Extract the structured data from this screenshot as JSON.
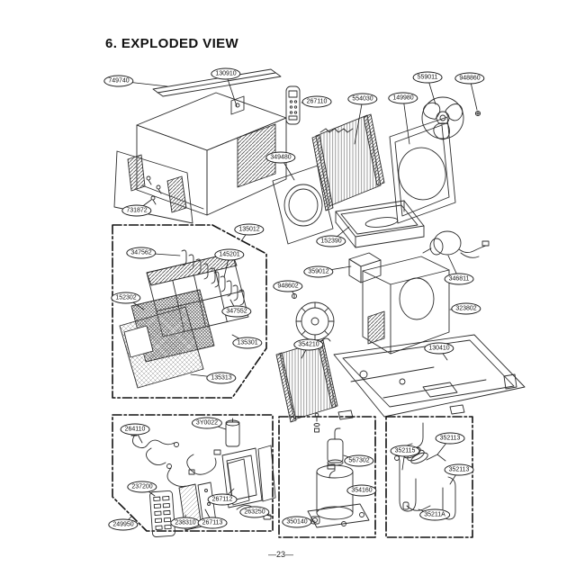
{
  "page": {
    "title": "6. EXPLODED VIEW",
    "page_number": "—23—",
    "ink_color": "#1a1a1a",
    "background_color": "#ffffff"
  },
  "callouts": [
    {
      "label": "749740"
    },
    {
      "label": "130910"
    },
    {
      "label": "267110"
    },
    {
      "label": "554030"
    },
    {
      "label": "149980"
    },
    {
      "label": "559011"
    },
    {
      "label": "948860"
    },
    {
      "label": "349480"
    },
    {
      "label": "731872"
    },
    {
      "label": "135012"
    },
    {
      "label": "152390"
    },
    {
      "label": "359012"
    },
    {
      "label": "948602"
    },
    {
      "label": "346811"
    },
    {
      "label": "323802"
    },
    {
      "label": "354210"
    },
    {
      "label": "130410"
    },
    {
      "label": "347562"
    },
    {
      "label": "145201"
    },
    {
      "label": "152302"
    },
    {
      "label": "347552"
    },
    {
      "label": "135301"
    },
    {
      "label": "135313"
    },
    {
      "label": "264110"
    },
    {
      "label": "3Y0022"
    },
    {
      "label": "237200"
    },
    {
      "label": "267112"
    },
    {
      "label": "263250"
    },
    {
      "label": "238310"
    },
    {
      "label": "267113"
    },
    {
      "label": "249950"
    },
    {
      "label": "567302"
    },
    {
      "label": "354160"
    },
    {
      "label": "350140"
    },
    {
      "label": "352115"
    },
    {
      "label": "352113"
    },
    {
      "label": "352113"
    },
    {
      "label": "35211A"
    }
  ]
}
